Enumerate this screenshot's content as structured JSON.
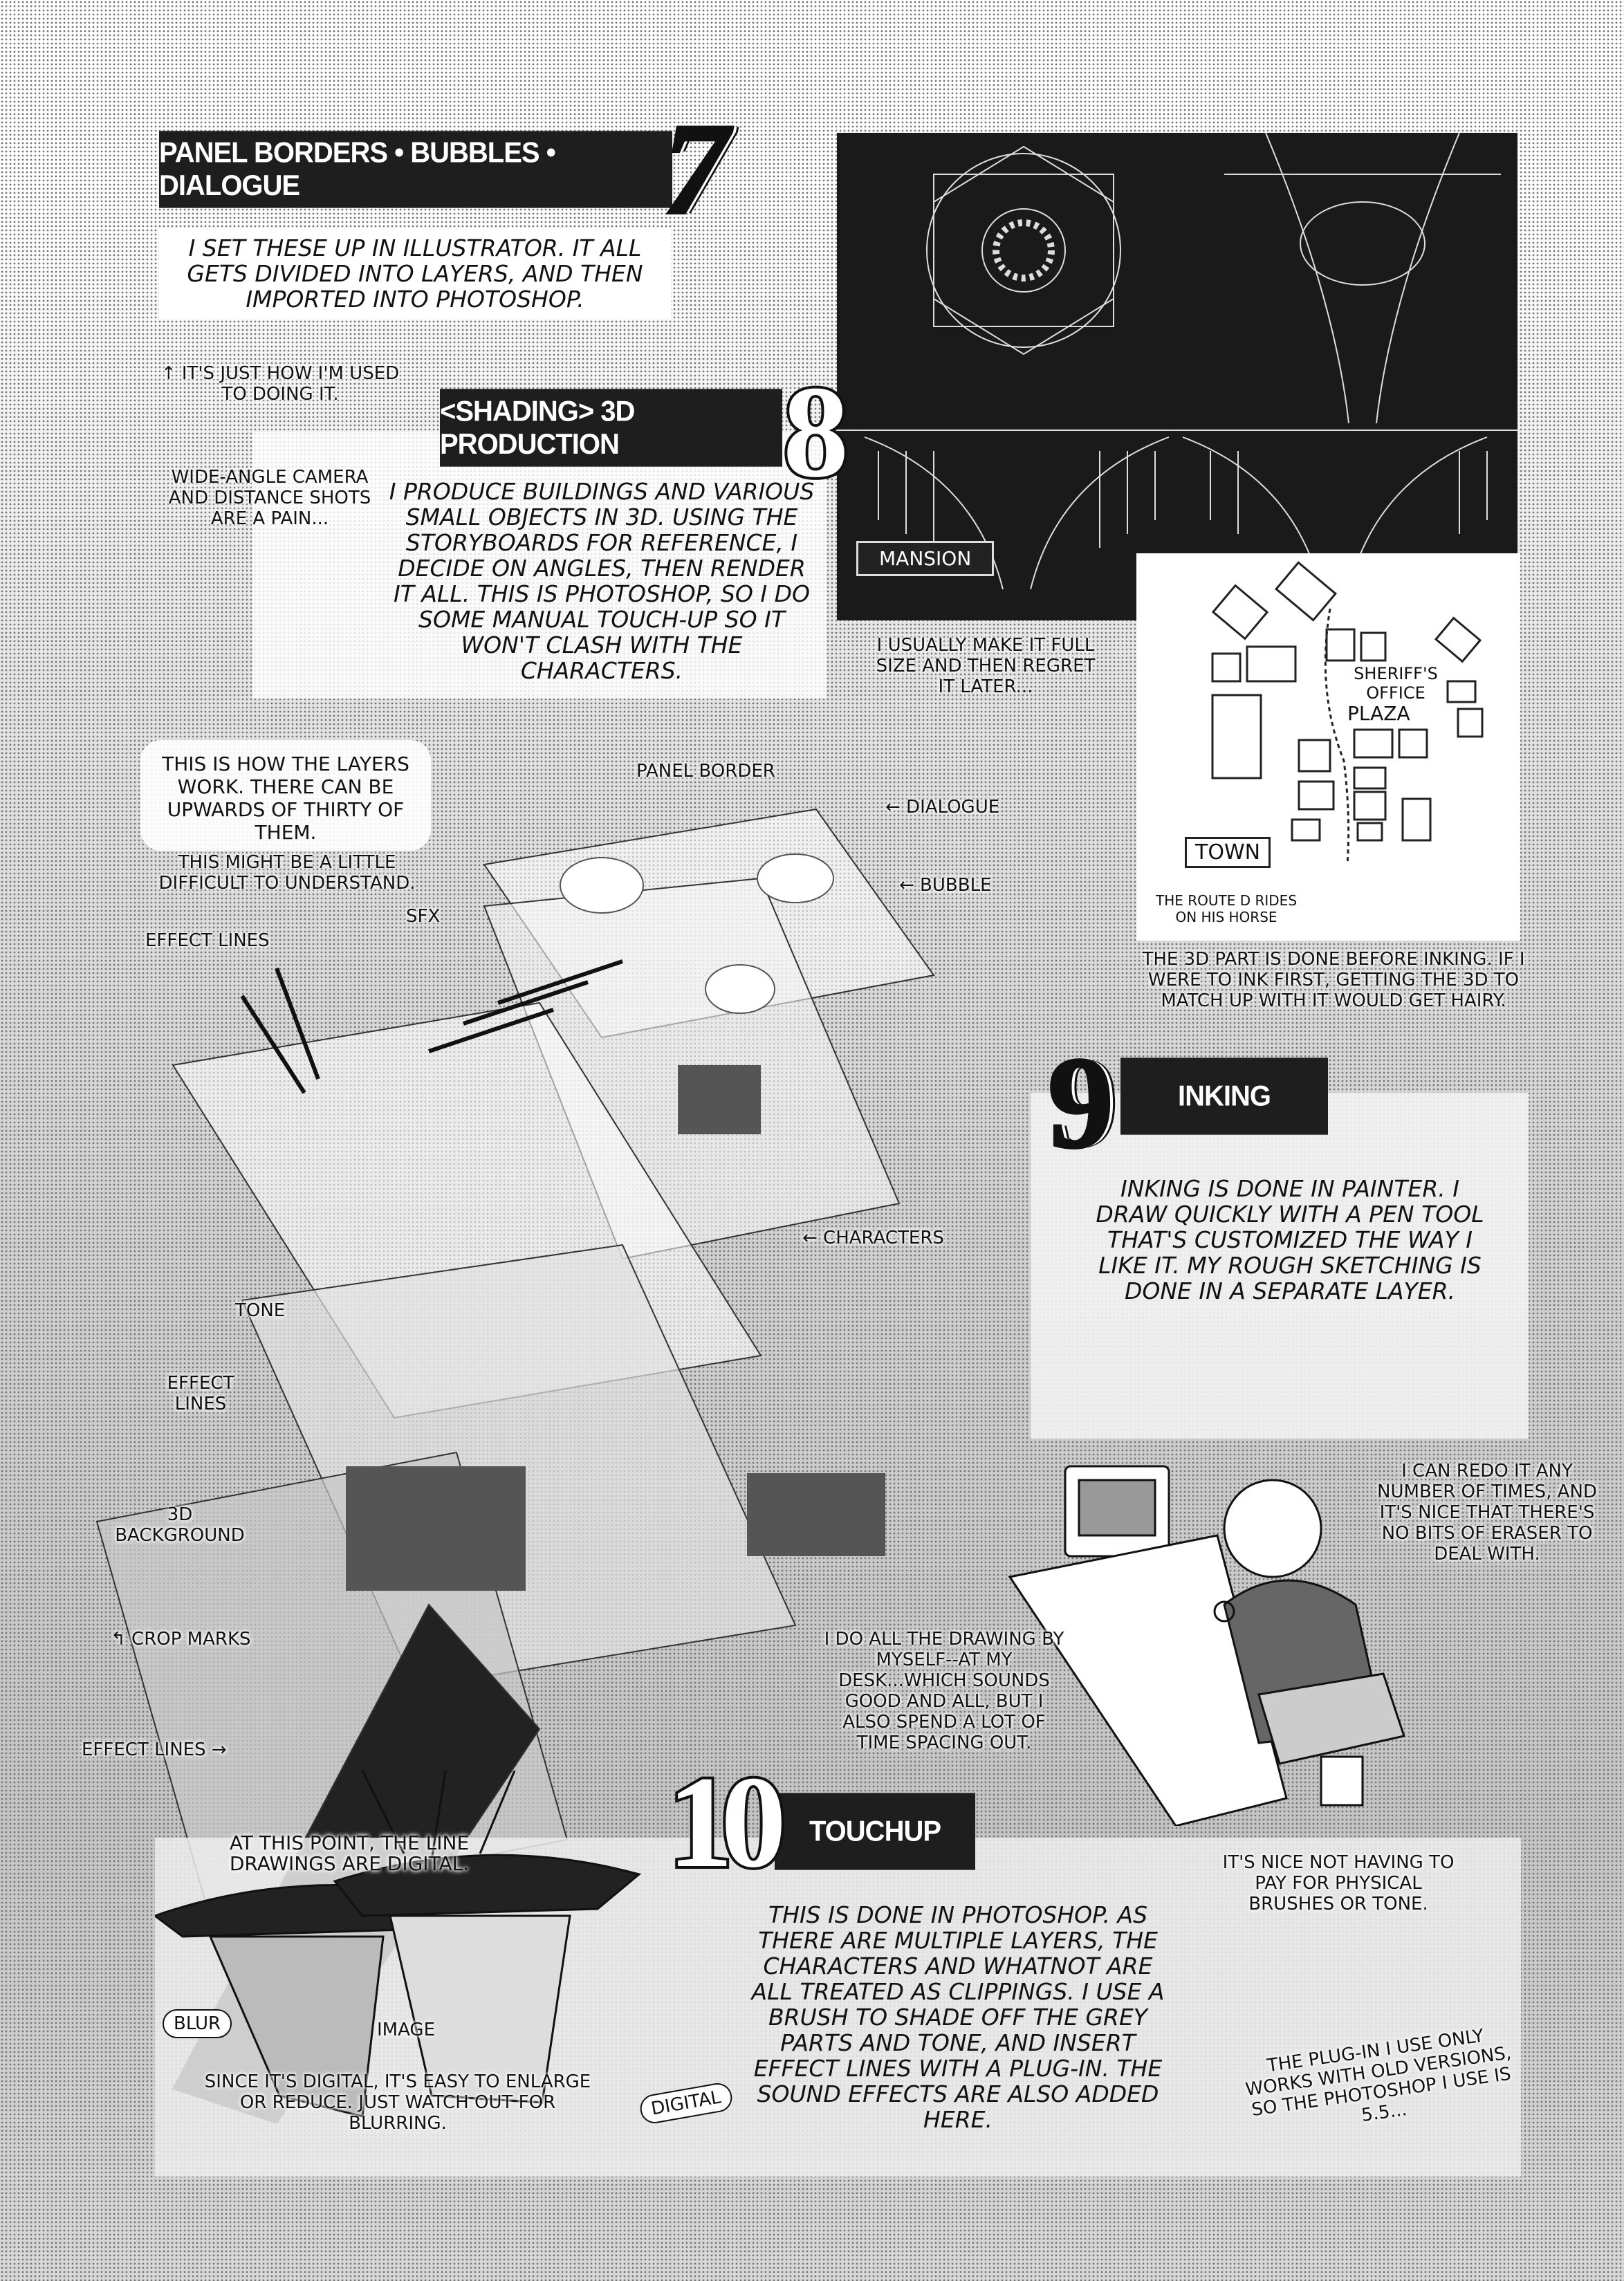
{
  "sections": [
    {
      "number": "7",
      "title": "PANEL BORDERS • BUBBLES • DIALOGUE",
      "body": "I SET THESE UP IN ILLUSTRATOR. IT ALL GETS DIVIDED INTO LAYERS, AND THEN IMPORTED INTO PHOTOSHOP.",
      "note": "↑ IT'S JUST HOW I'M USED TO DOING IT."
    },
    {
      "number": "8",
      "title": "<SHADING> 3D PRODUCTION",
      "body": "I PRODUCE BUILDINGS AND VARIOUS SMALL OBJECTS IN 3D. USING THE STORYBOARDS FOR REFERENCE, I DECIDE ON ANGLES, THEN RENDER IT ALL. THIS IS PHOTOSHOP, SO I DO SOME MANUAL TOUCH-UP SO IT WON'T CLASH WITH THE CHARACTERS.",
      "note": "WIDE-ANGLE CAMERA AND DISTANCE SHOTS ARE A PAIN...",
      "render_label": "MANSION",
      "render_note": "I USUALLY MAKE IT FULL SIZE AND THEN REGRET IT LATER...",
      "map": {
        "sheriff": "SHERIFF'S OFFICE",
        "plaza": "PLAZA",
        "town": "TOWN",
        "route": "THE ROUTE D RIDES ON HIS HORSE"
      },
      "map_note": "THE 3D PART IS DONE BEFORE INKING. IF I WERE TO INK FIRST, GETTING THE 3D TO MATCH UP WITH IT WOULD GET HAIRY."
    },
    {
      "number": "9",
      "title": "INKING",
      "body": "INKING IS DONE IN PAINTER. I DRAW QUICKLY WITH A PEN TOOL THAT'S CUSTOMIZED THE WAY I LIKE IT. MY ROUGH SKETCHING IS DONE IN A SEPARATE LAYER."
    },
    {
      "number": "10",
      "title": "TOUCHUP",
      "body": "THIS IS DONE IN PHOTOSHOP. AS THERE ARE MULTIPLE LAYERS, THE CHARACTERS AND WHATNOT ARE ALL TREATED AS CLIPPINGS. I USE A BRUSH TO SHADE OFF THE GREY PARTS AND TONE, AND INSERT EFFECT LINES WITH A PLUG-IN. THE SOUND EFFECTS ARE ALSO ADDED HERE."
    }
  ],
  "layers": {
    "intro": "THIS IS HOW THE LAYERS WORK. THERE CAN BE UPWARDS OF THIRTY OF THEM.",
    "aside": "THIS MIGHT BE A LITTLE DIFFICULT TO UNDERSTAND.",
    "labels": {
      "panel_border": "PANEL BORDER",
      "dialogue": "← DIALOGUE",
      "bubble": "← BUBBLE",
      "sfx": "SFX",
      "effect_lines_1": "EFFECT LINES",
      "characters": "← CHARACTERS",
      "tone": "TONE",
      "effect_lines_2": "EFFECT LINES",
      "background_3d": "3D BACKGROUND",
      "crop_marks": "↰ CROP MARKS",
      "effect_lines_3": "EFFECT LINES →"
    }
  },
  "artist": {
    "redo_note": "I CAN REDO IT ANY NUMBER OF TIMES, AND IT'S NICE THAT THERE'S NO BITS OF ERASER TO DEAL WITH.",
    "desk_note": "I DO ALL THE DRAWING BY MYSELF--AT MY DESK...WHICH SOUNDS GOOD AND ALL, BUT I ALSO SPEND A LOT OF TIME SPACING OUT.",
    "cost_note": "IT'S NICE NOT HAVING TO PAY FOR PHYSICAL BRUSHES OR TONE.",
    "plugin_note": "THE PLUG-IN I USE ONLY WORKS WITH OLD VERSIONS, SO THE PHOTOSHOP I USE IS 5.5..."
  },
  "touchup_panel": {
    "digital_note": "AT THIS POINT, THE LINE DRAWINGS ARE DIGITAL.",
    "blur": "BLUR",
    "image": "IMAGE",
    "digital": "DIGITAL",
    "enlarge_note": "SINCE IT'S DIGITAL, IT'S EASY TO ENLARGE OR REDUCE. JUST WATCH OUT FOR BLURRING."
  }
}
